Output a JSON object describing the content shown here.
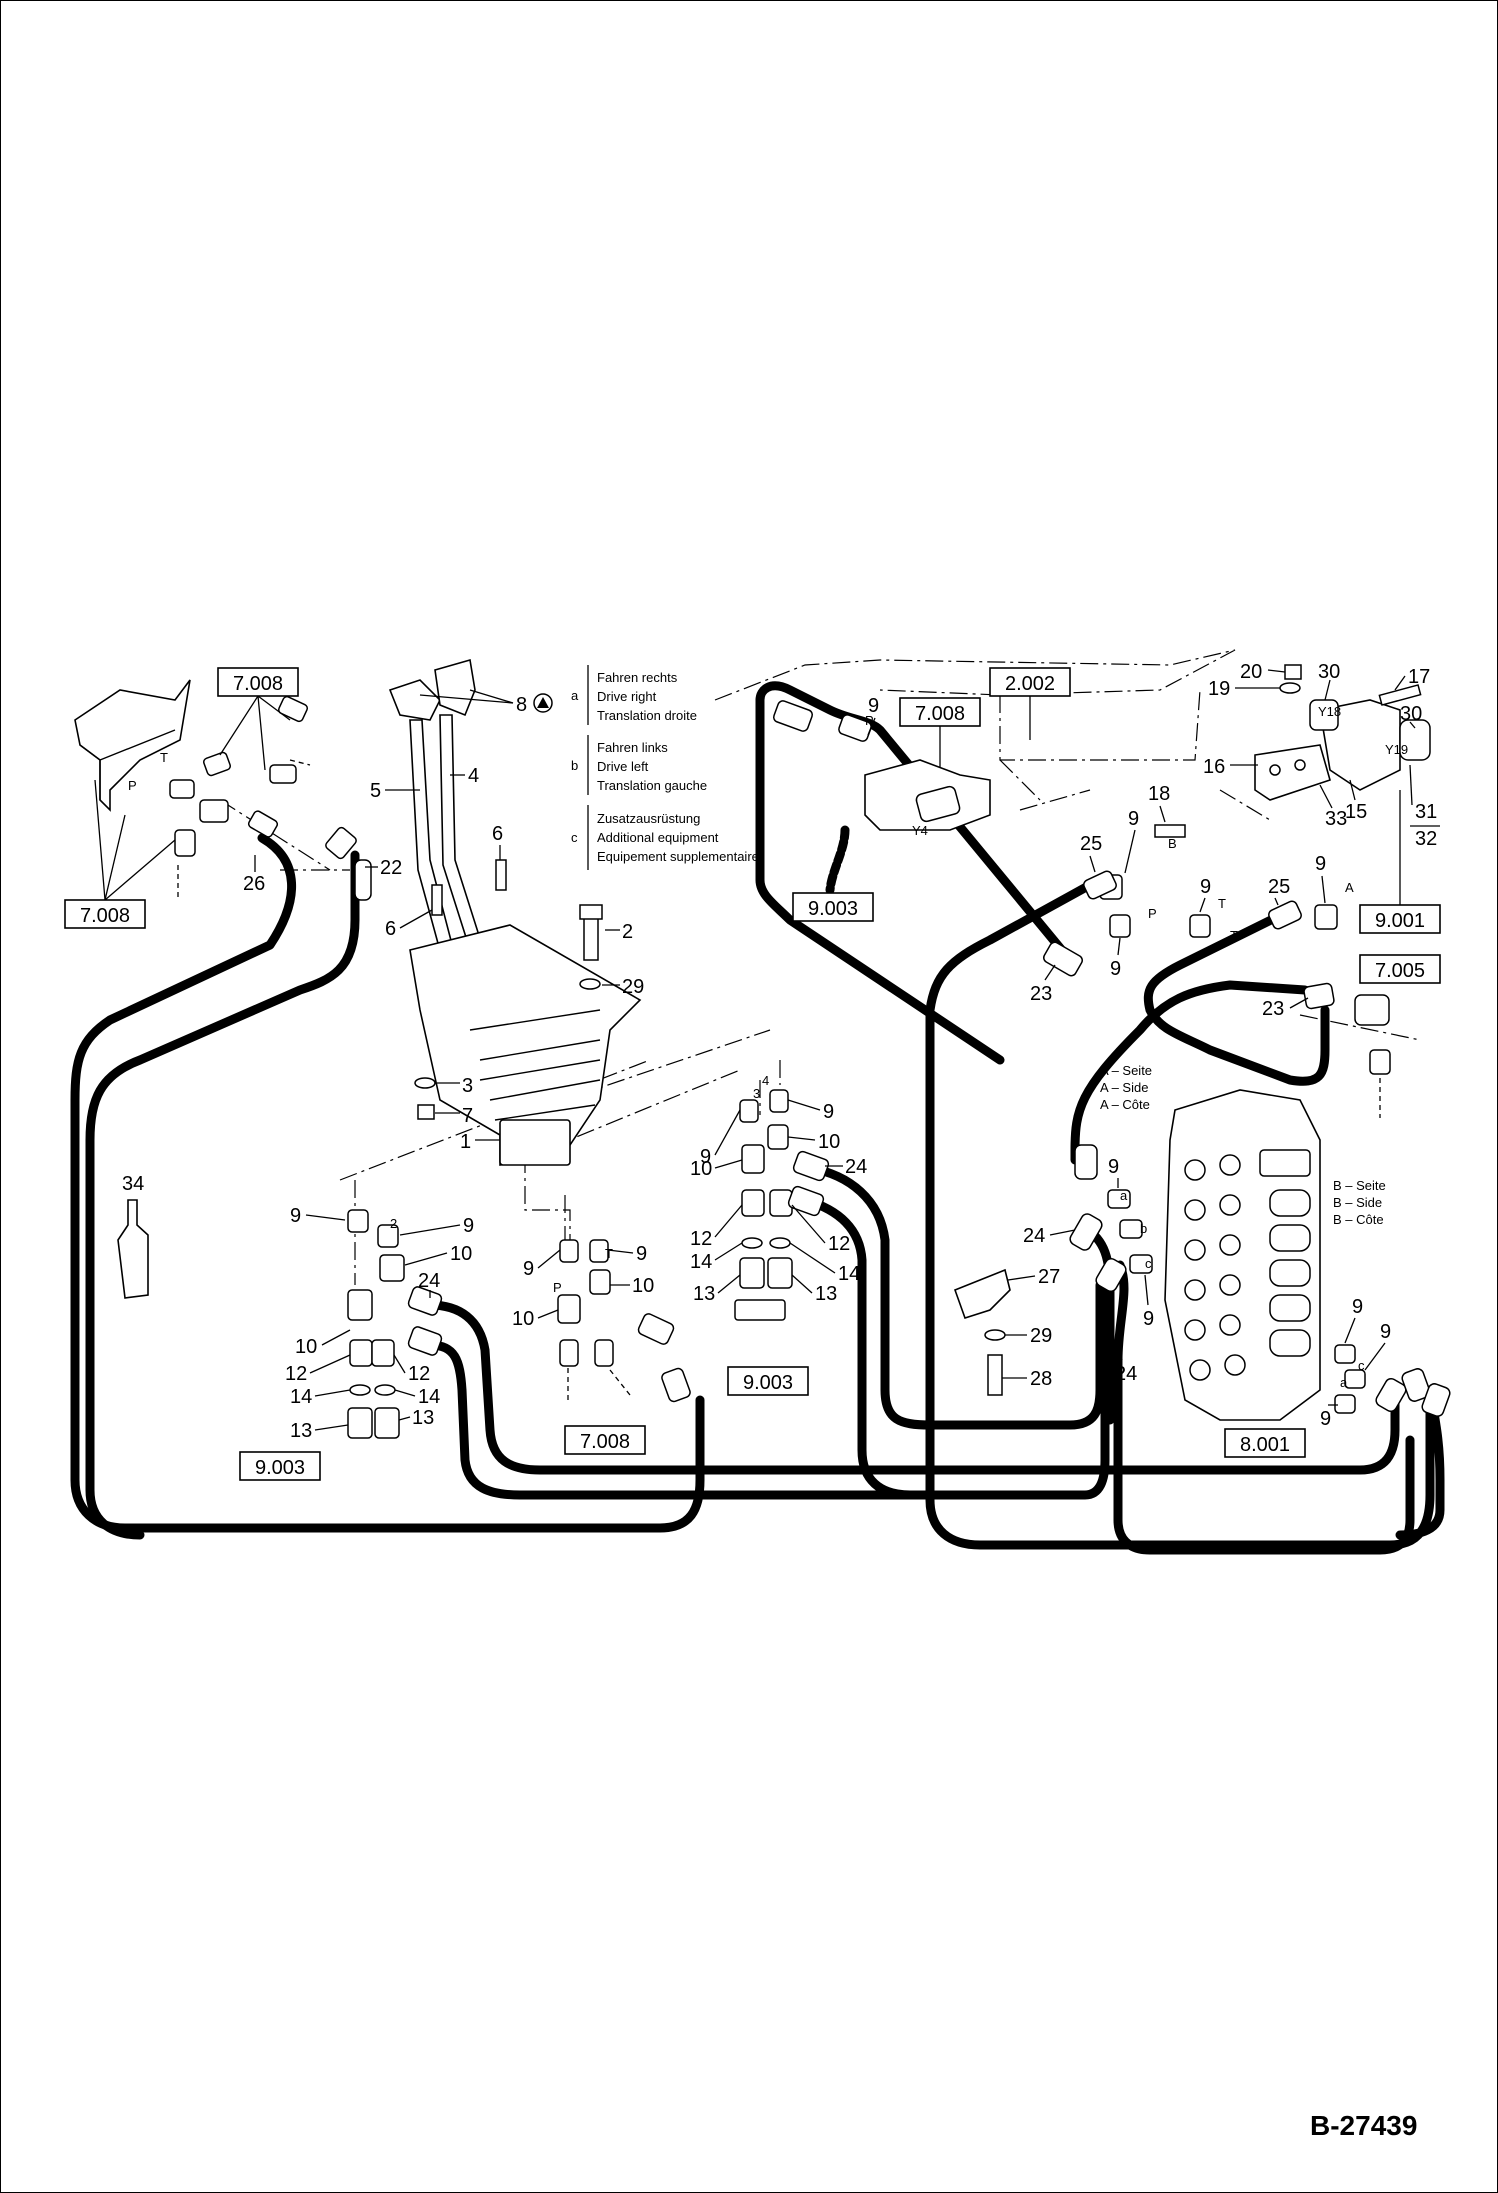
{
  "document_number": "B-27439",
  "legend": [
    {
      "key": "a",
      "lines": [
        "Fahren rechts",
        "Drive right",
        "Translation droite"
      ]
    },
    {
      "key": "b",
      "lines": [
        "Fahren links",
        "Drive left",
        "Translation gauche"
      ]
    },
    {
      "key": "c",
      "lines": [
        "Zusatzausrüstung",
        "Additional equipment",
        "Equipement supplementaire"
      ]
    }
  ],
  "side_notes": {
    "a_side": [
      "A – Seite",
      "A – Side",
      "A – Côte"
    ],
    "b_side": [
      "B – Seite",
      "B – Side",
      "B – Côte"
    ]
  },
  "ref_boxes": {
    "r1": "7.008",
    "r2": "7.008",
    "r3": "7.008",
    "r4": "2.002",
    "r5": "9.003",
    "r6": "9.001",
    "r7": "7.005",
    "r8": "9.003",
    "r9": "9.003",
    "r10": "7.008",
    "r11": "8.001"
  },
  "callouts": {
    "c1": "8",
    "c2": "5",
    "c3": "4",
    "c4": "6",
    "c5": "6",
    "c6": "2",
    "c7": "29",
    "c8": "3",
    "c9": "7",
    "c10": "1",
    "c11": "22",
    "c12": "26",
    "c13": "34",
    "c14": "9",
    "c15": "9",
    "c16": "10",
    "c17": "24",
    "c18": "10",
    "c19": "12",
    "c20": "12",
    "c21": "14",
    "c22": "14",
    "c23": "13",
    "c24": "13",
    "c25": "9",
    "c26": "9",
    "c27": "10",
    "c28": "10",
    "c29": "9",
    "c30": "9",
    "c31": "10",
    "c32": "24",
    "c33": "10",
    "c34": "12",
    "c35": "12",
    "c36": "14",
    "c37": "14",
    "c38": "13",
    "c39": "13",
    "c40": "9",
    "c41": "20",
    "c42": "30",
    "c43": "17",
    "c44": "19",
    "c45": "30",
    "c46": "16",
    "c47": "15",
    "c48": "33",
    "c49": "31",
    "c50": "32",
    "c51": "18",
    "c52": "9",
    "c53": "25",
    "c54": "9",
    "c55": "9",
    "c56": "25",
    "c57": "9",
    "c58": "23",
    "c59": "23",
    "c60": "9",
    "c61": "24",
    "c62": "27",
    "c63": "29",
    "c64": "28",
    "c65": "24",
    "c66": "9",
    "c67": "9",
    "c68": "9",
    "c69": "9"
  },
  "port_marks": {
    "p1": "T",
    "p2": "P",
    "p3": "P",
    "p4": "T",
    "p5": "P",
    "p6": "T",
    "p7": "B",
    "p8": "A",
    "p9": "2",
    "p10": "3",
    "p11": "4",
    "p12": "Y4",
    "p13": "Y18",
    "p14": "Y19",
    "p15": "a",
    "p16": "b",
    "p17": "c",
    "p18": "c",
    "p19": "a",
    "p20": "P",
    "p21": "T"
  }
}
